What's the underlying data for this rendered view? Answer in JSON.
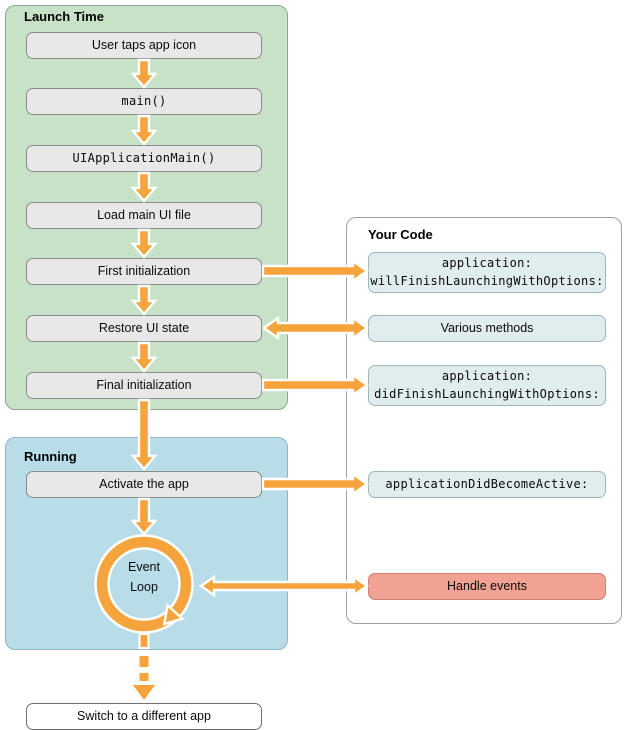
{
  "sections": {
    "launch_time": {
      "title": "Launch Time"
    },
    "running": {
      "title": "Running"
    },
    "your_code": {
      "title": "Your Code"
    }
  },
  "nodes": {
    "user_taps": "User taps app icon",
    "main_fn": "main()",
    "ui_application_main": "UIApplicationMain()",
    "load_main_ui": "Load main UI file",
    "first_init": "First initialization",
    "restore_ui": "Restore UI state",
    "final_init": "Final initialization",
    "activate_app": "Activate the app",
    "switch_app": "Switch to a different app",
    "various_methods": "Various methods",
    "did_become_active": "applicationDidBecomeActive:",
    "handle_events": "Handle events"
  },
  "multiline_nodes": {
    "will_finish": {
      "line1": "application:",
      "line2": "willFinishLaunchingWithOptions:"
    },
    "did_finish": {
      "line1": "application:",
      "line2": "didFinishLaunchingWithOptions:"
    },
    "event_loop": {
      "line1": "Event",
      "line2": "Loop"
    }
  },
  "colors": {
    "launch_section_bg": "#c7e2c7",
    "running_section_bg": "#b8dde9",
    "your_code_bg": "#ffffff",
    "flow_box_bg": "#e8e8e8",
    "code_box_bg": "#e0edef",
    "handle_events_bg": "#f1a292",
    "arrow_orange": "#f5a33c"
  }
}
